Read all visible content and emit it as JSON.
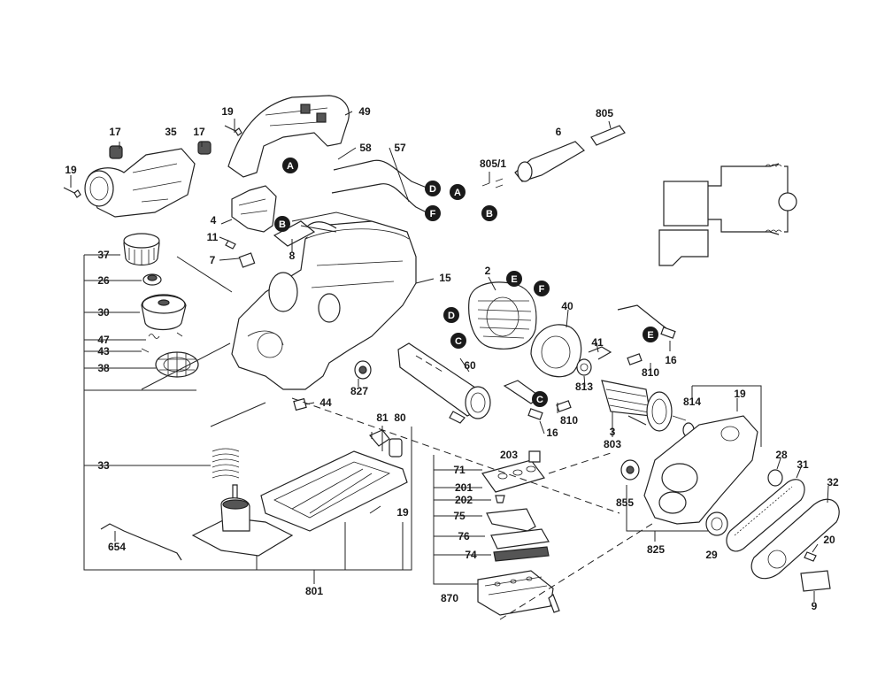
{
  "part_labels": [
    "19",
    "49",
    "17",
    "35",
    "17",
    "19",
    "58",
    "57",
    "805",
    "805/1",
    "6",
    "4",
    "11",
    "7",
    "8",
    "37",
    "26",
    "30",
    "47",
    "43",
    "38",
    "44",
    "33",
    "654",
    "801",
    "81",
    "80",
    "19",
    "15",
    "2",
    "40",
    "41",
    "16",
    "810",
    "60",
    "827",
    "813",
    "3",
    "803",
    "814",
    "19",
    "810",
    "16",
    "71",
    "203",
    "201",
    "202",
    "75",
    "76",
    "74",
    "870",
    "855",
    "825",
    "28",
    "31",
    "32",
    "29",
    "20",
    "9"
  ],
  "callout_markers": [
    "A",
    "B",
    "A",
    "B",
    "D",
    "F",
    "E",
    "F",
    "D",
    "C",
    "E",
    "C"
  ],
  "colors": {
    "line": "#222222",
    "marker_fill": "#1a1a1a",
    "background": "#ffffff"
  }
}
